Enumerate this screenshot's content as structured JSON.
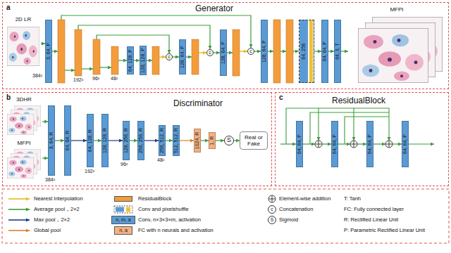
{
  "diagram": {
    "nodes": [
      {
        "text": [
          "a",
          "Generator"
        ]
      },
      {
        "text": [
          "2D LR"
        ],
        "in": 0
      },
      {
        "text": [
          "3, 64, P"
        ],
        "in": 0
      },
      {
        "text": [
          "64, 128, P"
        ],
        "in": 0
      },
      {
        "text": [
          "128, 128, P"
        ],
        "in": 0
      },
      {
        "text": [
          "c"
        ],
        "in": 0
      },
      {
        "text": [
          "128, 64, P"
        ],
        "in": 0
      },
      {
        "text": [
          "c"
        ],
        "in": 0
      },
      {
        "text": [
          "128, 64, P"
        ],
        "in": 0
      },
      {
        "text": [
          "c"
        ],
        "in": 0
      },
      {
        "text": [
          "128, 64, P"
        ],
        "in": 0
      },
      {
        "text": [
          "64, 256"
        ],
        "in": 0
      },
      {
        "text": [
          "64, 64, P"
        ],
        "in": 0
      },
      {
        "text": [
          "64, 3, T"
        ],
        "in": 0
      },
      {
        "text": [
          "MFPI"
        ],
        "in": 0
      },
      {
        "text": [
          "b",
          "Discriminator"
        ]
      },
      {
        "text": [
          "3DHR"
        ],
        "in": 15
      },
      {
        "text": [
          "MFPI"
        ],
        "in": 15
      },
      {
        "text": [
          "3, 64, R"
        ],
        "in": 15
      },
      {
        "text": [
          "64, 64, R"
        ],
        "in": 15
      },
      {
        "text": [
          "64, 128, R"
        ],
        "in": 15
      },
      {
        "text": [
          "128, 128, R"
        ],
        "in": 15
      },
      {
        "text": [
          "128, 256, R"
        ],
        "in": 15
      },
      {
        "text": [
          "256, 256, R"
        ],
        "in": 15
      },
      {
        "text": [
          "256, 512, R"
        ],
        "in": 15
      },
      {
        "text": [
          "512, 512, R"
        ],
        "in": 15
      },
      {
        "text": [
          "1024, R"
        ],
        "in": 15
      },
      {
        "text": [
          "1, R"
        ],
        "in": 15
      },
      {
        "text": [
          "S"
        ],
        "in": 15
      },
      {
        "text": [
          "Real or Fake"
        ],
        "in": 15
      },
      {
        "text": [
          "c",
          "ResidualBlock"
        ]
      },
      {
        "text": [
          "64, 64, P"
        ],
        "in": 30
      },
      {
        "text": [
          "64, 64, P"
        ],
        "in": 30
      },
      {
        "text": [
          "64, 64, P"
        ],
        "in": 30
      },
      {
        "text": [
          "64, 64, P"
        ],
        "in": 30
      }
    ],
    "edges": [
      {
        "from": 1,
        "to": 2,
        "arrow": "to"
      },
      {
        "from": 3,
        "to": 4,
        "arrow": "to"
      },
      {
        "from": 5,
        "to": 6,
        "arrow": "to"
      },
      {
        "from": 7,
        "to": 8,
        "arrow": "to"
      },
      {
        "from": 9,
        "to": 10,
        "arrow": "to"
      },
      {
        "from": 11,
        "to": 12,
        "arrow": "to"
      },
      {
        "from": 12,
        "to": 13,
        "arrow": "to"
      },
      {
        "from": 13,
        "to": 14,
        "arrow": "to"
      },
      {
        "from": 16,
        "to": 18,
        "arrow": "to"
      },
      {
        "from": 17,
        "to": 18,
        "arrow": "to"
      },
      {
        "from": 18,
        "to": 19,
        "arrow": "to"
      },
      {
        "from": 19,
        "to": 20,
        "arrow": "to"
      },
      {
        "from": 20,
        "to": 21,
        "arrow": "to"
      },
      {
        "from": 21,
        "to": 22,
        "arrow": "to"
      },
      {
        "from": 22,
        "to": 23,
        "arrow": "to"
      },
      {
        "from": 23,
        "to": 24,
        "arrow": "to"
      },
      {
        "from": 24,
        "to": 25,
        "arrow": "to"
      },
      {
        "from": 25,
        "to": 26,
        "arrow": "to"
      },
      {
        "from": 26,
        "to": 27,
        "arrow": "to"
      },
      {
        "from": 27,
        "to": 28,
        "arrow": "to"
      },
      {
        "from": 28,
        "to": 29,
        "arrow": "to"
      }
    ],
    "labels": [
      "384²",
      "192²",
      "96²",
      "48²",
      "384²",
      "192²",
      "96²",
      "48²",
      "n, m, a",
      "n, a",
      "c",
      "S",
      "T: Tanh",
      "FC: Fully connected layer",
      "R: Rectified Linear Unit",
      "P: Parametric Rectified Linear Unit"
    ],
    "legend": [
      {
        "text": "Nearest Interpolation"
      },
      {
        "text": "Average pool，2×2"
      },
      {
        "text": "Max pool，2×2"
      },
      {
        "text": "Global pool"
      },
      {
        "text": "ResidualBlock",
        "color": "#f39c3c"
      },
      {
        "text": "Conv and pixelshuffle"
      },
      {
        "text": "Conv, n×3×3×m, activation",
        "color": "#5b9bd5"
      },
      {
        "text": "FC with n neurals and activation",
        "color": "#f4b183"
      },
      {
        "text": "Element-wise addition"
      },
      {
        "text": "Concatenation"
      },
      {
        "text": "Sigmoid"
      }
    ]
  }
}
